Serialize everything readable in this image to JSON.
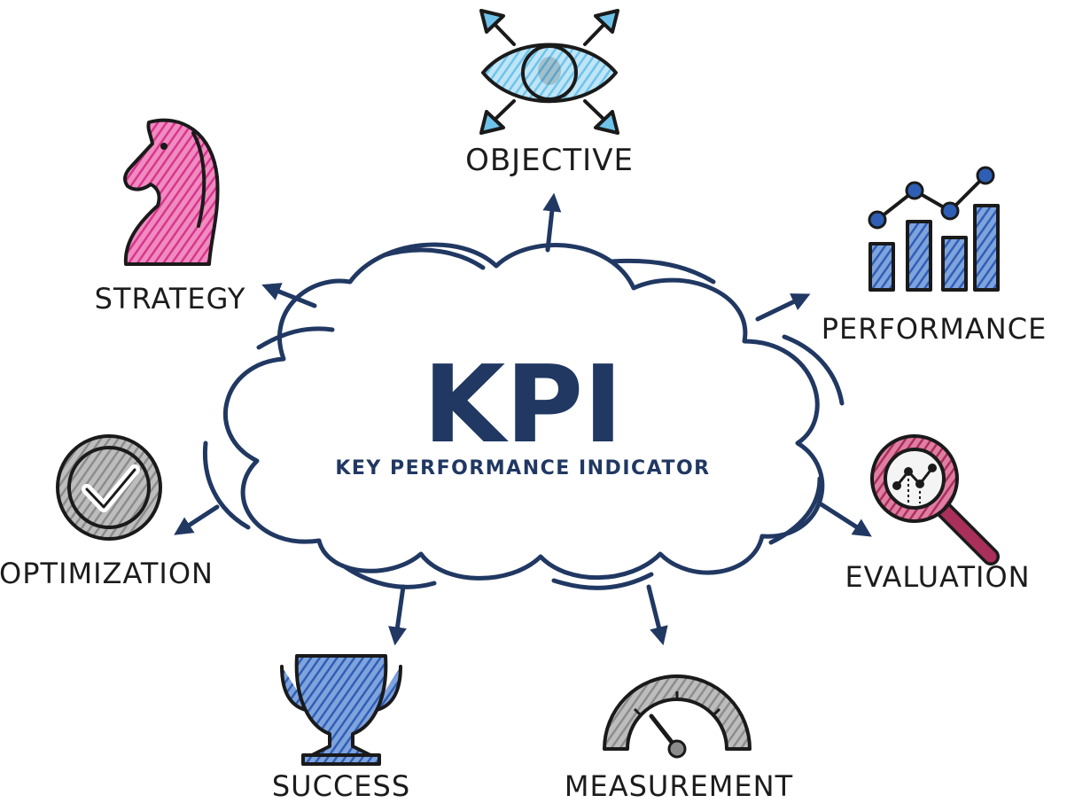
{
  "center": {
    "title": "KPI",
    "subtitle": "KEY PERFORMANCE INDICATOR"
  },
  "nodes": {
    "objective": "OBJECTIVE",
    "strategy": "STRATEGY",
    "performance": "PERFORMANCE",
    "optimization": "OPTIMIZATION",
    "evaluation": "EVALUATION",
    "success": "SUCCESS",
    "measurement": "MEASUREMENT"
  },
  "colors": {
    "navy": "#203862",
    "magenta": "#d8358e",
    "light_blue": "#6fc3ea",
    "blue": "#2f5fb5",
    "grey": "#8c8c8c",
    "crimson": "#a8305a"
  },
  "icons": {
    "objective": "eye-icon",
    "strategy": "chess-knight-icon",
    "performance": "bar-line-chart-icon",
    "optimization": "checkmark-badge-icon",
    "evaluation": "magnifier-icon",
    "success": "trophy-icon",
    "measurement": "gauge-icon"
  }
}
